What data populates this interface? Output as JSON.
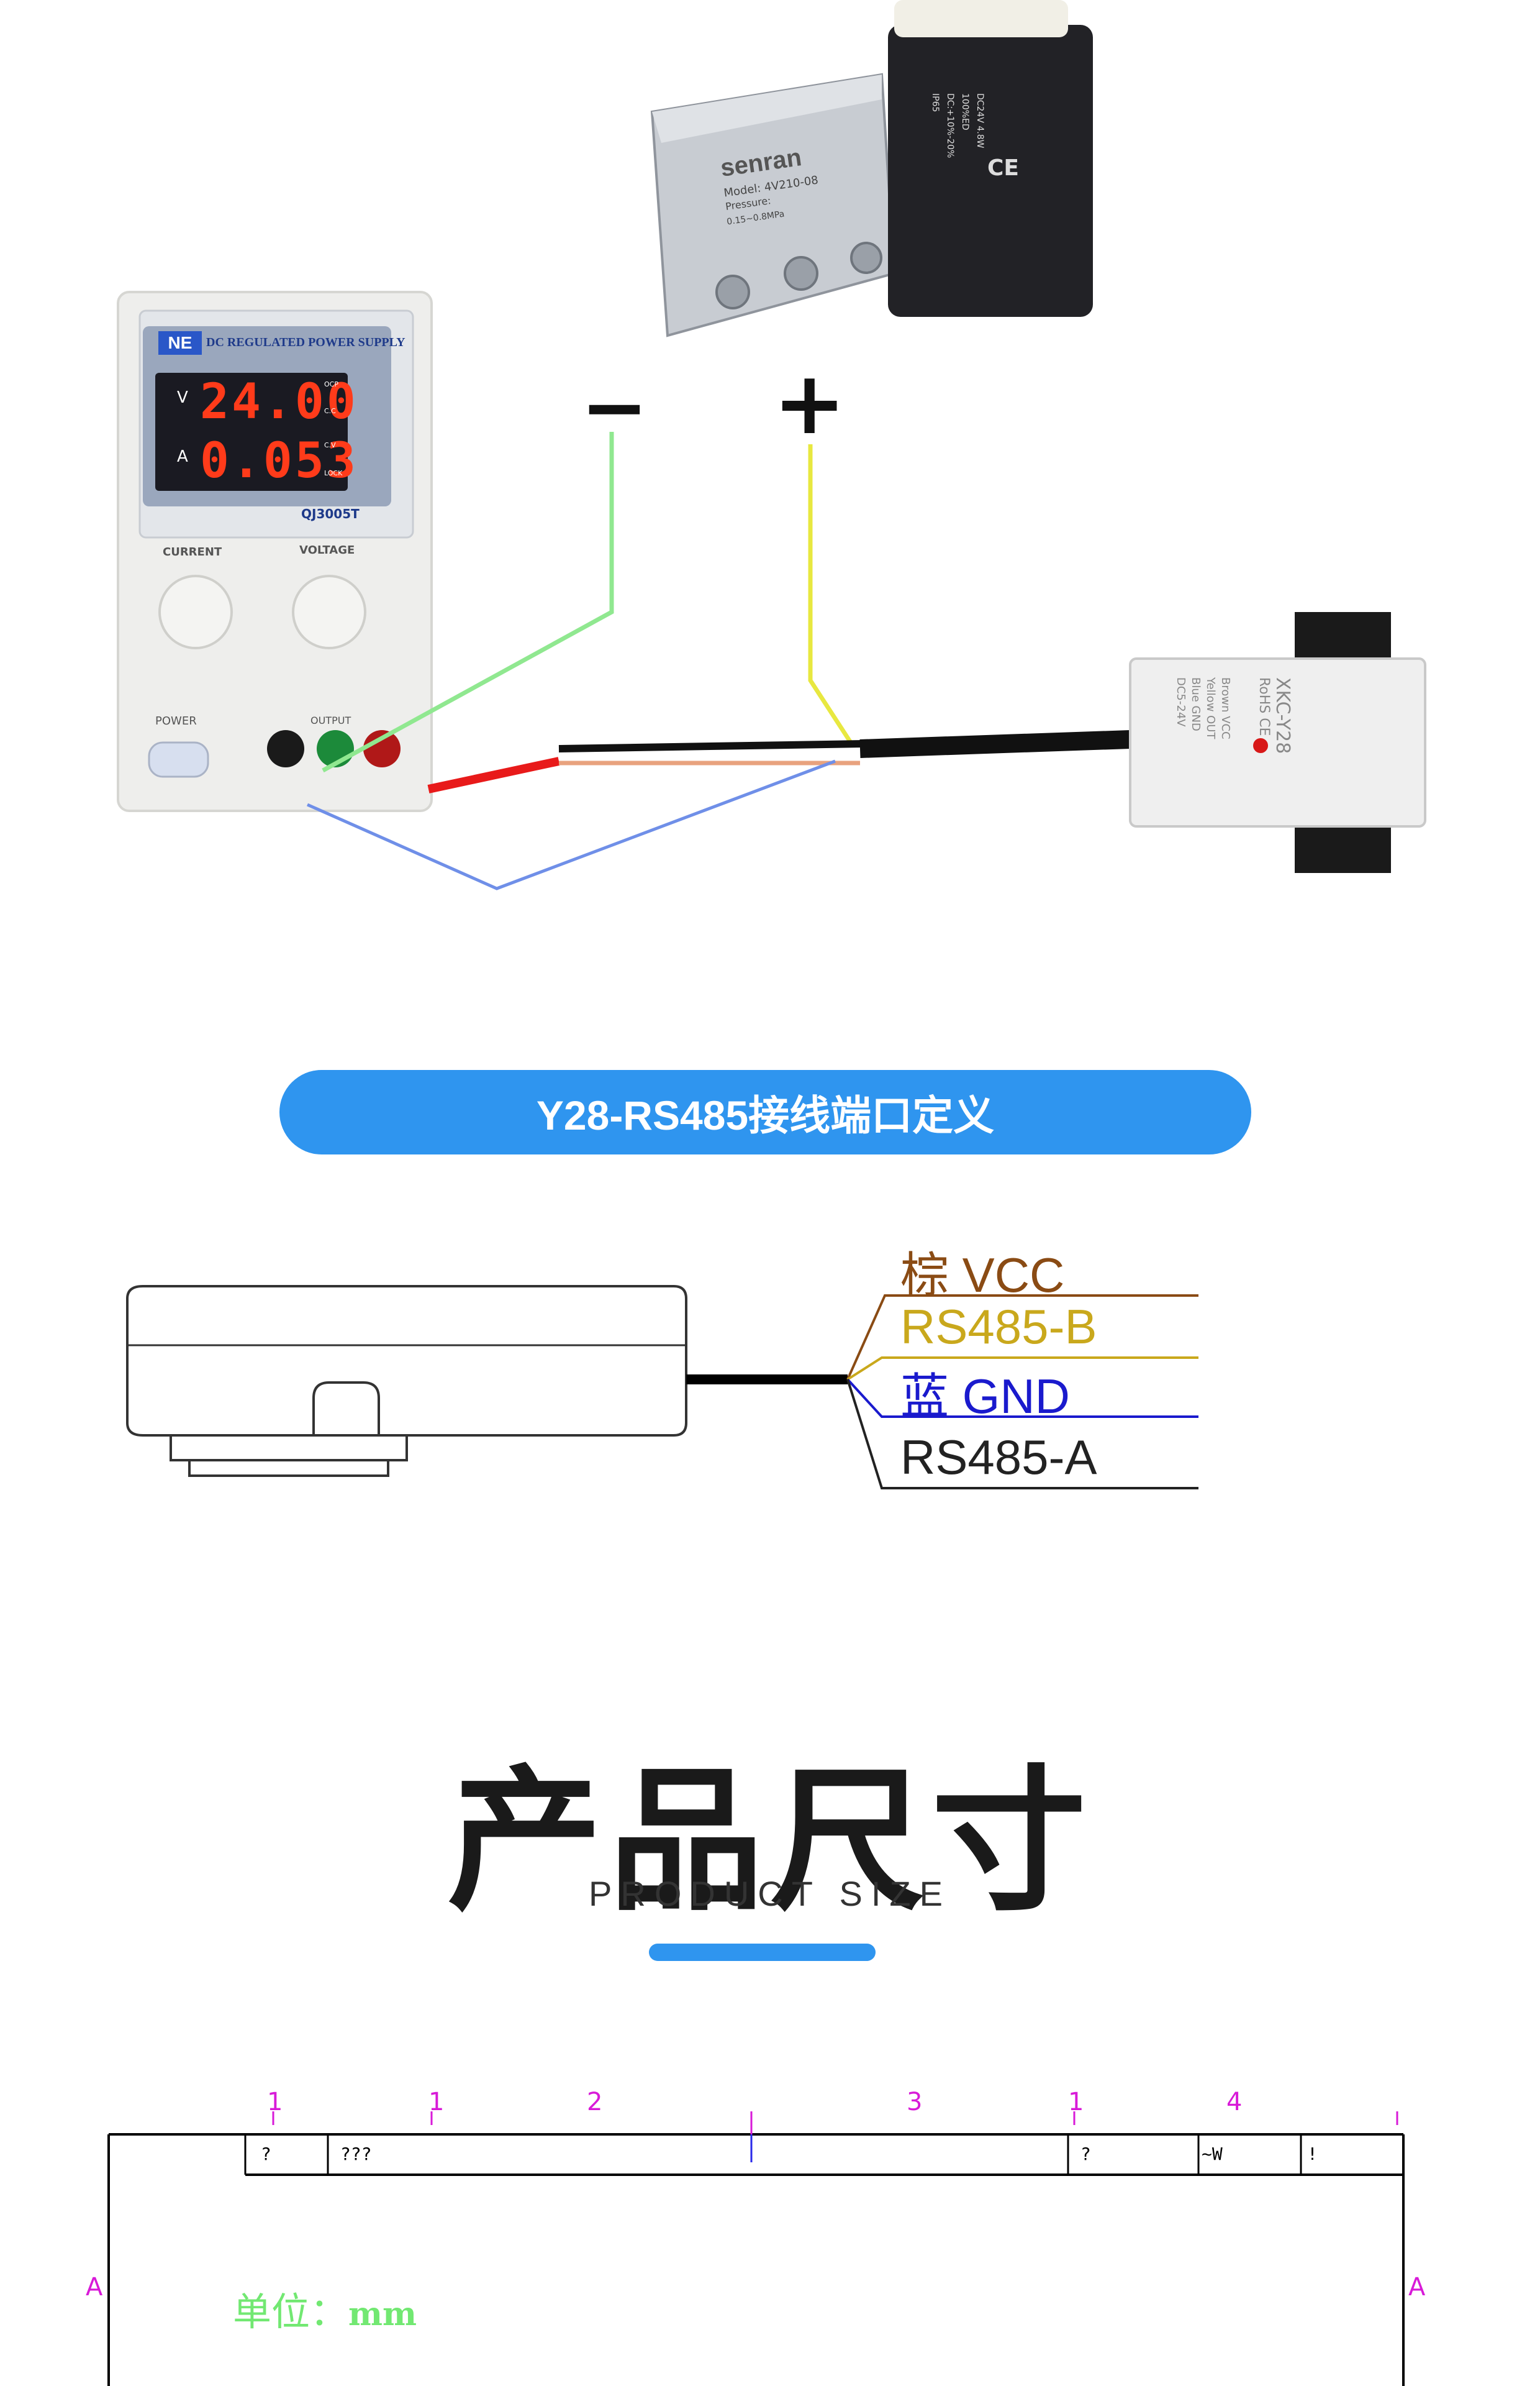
{
  "psu": {
    "brand_badge": "NE",
    "header": "DC REGULATED POWER SUPPLY",
    "volt_value": "24.00",
    "amp_value": "0.053",
    "volt_unit": "V",
    "amp_unit": "A",
    "ind_ocp": "OCP",
    "ind_cc": "C.C",
    "ind_cv": "C.V",
    "ind_lock": "LOCK",
    "model": "QJ3005T",
    "knob_current": "CURRENT",
    "knob_voltage": "VOLTAGE",
    "power": "POWER",
    "output": "OUTPUT"
  },
  "valve": {
    "brand": "senran",
    "model": "Model: 4V210-08",
    "pressure": "Pressure:",
    "pressure_value": "0.15~0.8MPa",
    "coil_lines": [
      "DC24V 4.8W",
      "100%ED",
      "DC:+10%-20%",
      "IP65"
    ],
    "ce": "CE"
  },
  "polarity": {
    "minus": "−",
    "plus": "+"
  },
  "sensor": {
    "model": "XKC-Y28",
    "lines": [
      "Brown VCC",
      "Yellow OUT",
      "Blue GND",
      "DC5-24V"
    ],
    "rohs": "RoHS CE"
  },
  "section_title": "Y28-RS485接线端口定义",
  "wires": [
    {
      "label": "棕 VCC",
      "color": "#8a4b14"
    },
    {
      "label": "RS485-B",
      "color": "#c9a81c"
    },
    {
      "label": "蓝 GND",
      "color": "#1a1acd"
    },
    {
      "label": "RS485-A",
      "color": "#222222"
    }
  ],
  "product_size": {
    "title": "产品尺寸",
    "subtitle": "PRODUCT SIZE"
  },
  "drawing": {
    "top_numbers": [
      "1",
      "1",
      "2",
      "3",
      "1",
      "4"
    ],
    "header_cells": [
      "?",
      "???",
      "?",
      "~W",
      "!"
    ],
    "side_letter_left": "A",
    "side_letter_right": "A",
    "unit_label": "单位：",
    "unit_value": "mm"
  },
  "colors": {
    "accent_blue": "#2f95ef",
    "wire_green": "#90e890",
    "wire_yellow": "#e8e840",
    "wire_red": "#e81a1a",
    "wire_blue": "#6f8fe8"
  }
}
